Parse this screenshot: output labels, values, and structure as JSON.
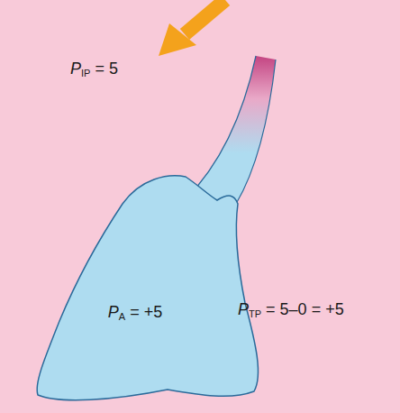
{
  "diagram": {
    "nodes": [
      {
        "text": [
          "PA = +5"
        ]
      }
    ],
    "labels": [
      "PIP = 5",
      "PTP = 5–0 = +5"
    ]
  }
}
